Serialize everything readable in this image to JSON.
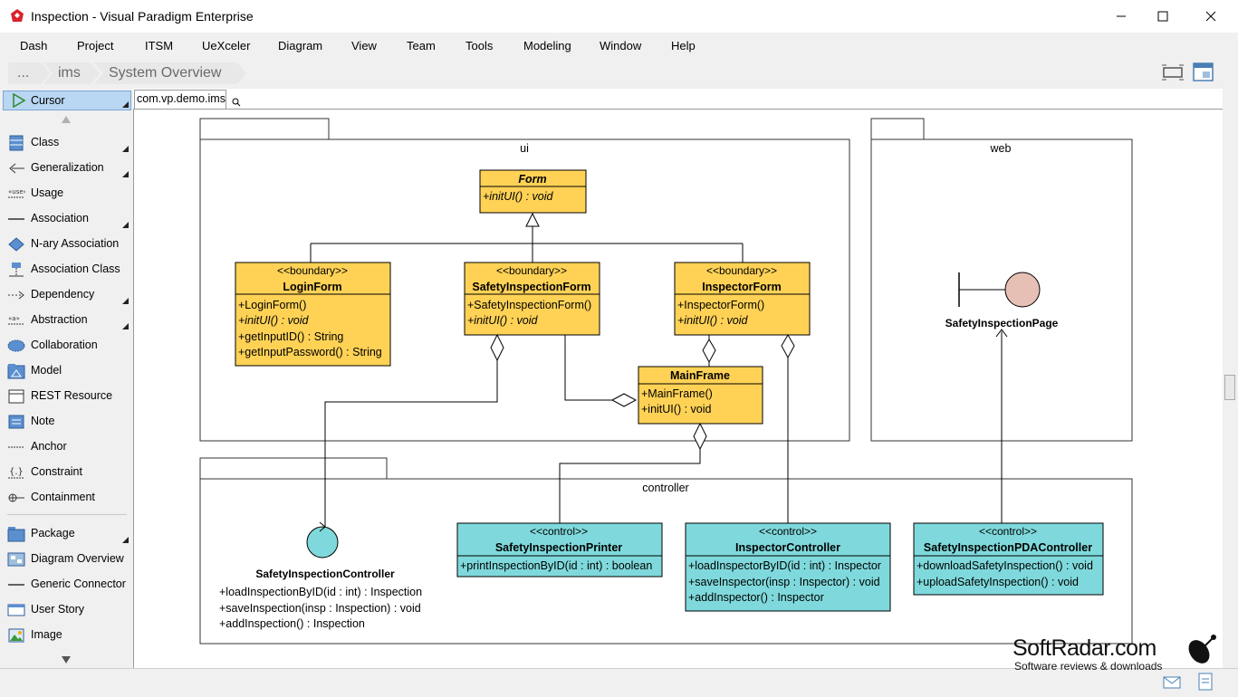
{
  "window": {
    "title": "Inspection - Visual Paradigm Enterprise"
  },
  "menu": [
    "Dash",
    "Project",
    "ITSM",
    "UeXceler",
    "Diagram",
    "View",
    "Team",
    "Tools",
    "Modeling",
    "Window",
    "Help"
  ],
  "breadcrumb": [
    "...",
    "ims",
    "System Overview"
  ],
  "palette": {
    "cursor_label": "Cursor",
    "items": [
      "Class",
      "Generalization",
      "Usage",
      "Association",
      "N-ary Association",
      "Association Class",
      "Dependency",
      "Abstraction",
      "Collaboration",
      "Model",
      "REST Resource",
      "Note",
      "Anchor",
      "Constraint",
      "Containment",
      "Package",
      "Diagram Overview",
      "Generic Connector",
      "User Story",
      "Image"
    ]
  },
  "doc_tab": "com.vp.demo.ims",
  "packages": {
    "ui": "ui",
    "web": "web",
    "controller": "controller"
  },
  "classes": {
    "form": {
      "name": "Form",
      "ops": [
        "+initUI() : void"
      ]
    },
    "login": {
      "stereo": "<<boundary>>",
      "name": "LoginForm",
      "ops": [
        "+LoginForm()",
        "+initUI() : void",
        "+getInputID() : String",
        "+getInputPassword() : String"
      ]
    },
    "safety": {
      "stereo": "<<boundary>>",
      "name": "SafetyInspectionForm",
      "ops": [
        "+SafetyInspectionForm()",
        "+initUI() : void"
      ]
    },
    "inspector": {
      "stereo": "<<boundary>>",
      "name": "InspectorForm",
      "ops": [
        "+InspectorForm()",
        "+initUI() : void"
      ]
    },
    "mainframe": {
      "name": "MainFrame",
      "ops": [
        "+MainFrame()",
        "+initUI() : void"
      ]
    },
    "printer": {
      "stereo": "<<control>>",
      "name": "SafetyInspectionPrinter",
      "ops": [
        "+printInspectionByID(id : int) : boolean"
      ]
    },
    "inspctrl": {
      "stereo": "<<control>>",
      "name": "InspectorController",
      "ops": [
        "+loadInspectorByID(id : int) : Inspector",
        "+saveInspector(insp : Inspector) : void",
        "+addInspector() : Inspector"
      ]
    },
    "pda": {
      "stereo": "<<control>>",
      "name": "SafetyInspectionPDAController",
      "ops": [
        "+downloadSafetyInspection() : void",
        "+uploadSafetyInspection() : void"
      ]
    },
    "sic": {
      "name": "SafetyInspectionController",
      "ops": [
        "+loadInspectionByID(id : int) : Inspection",
        "+saveInspection(insp : Inspection) : void",
        "+addInspection() : Inspection"
      ]
    },
    "page": {
      "name": "SafetyInspectionPage"
    }
  },
  "colors": {
    "boundary_fill": "#ffd256",
    "control_fill": "#7fd9dc",
    "circle_fill": "#e6bfb5"
  },
  "watermark": {
    "brand": "SoftRadar.com",
    "tagline": "Software reviews & downloads"
  }
}
